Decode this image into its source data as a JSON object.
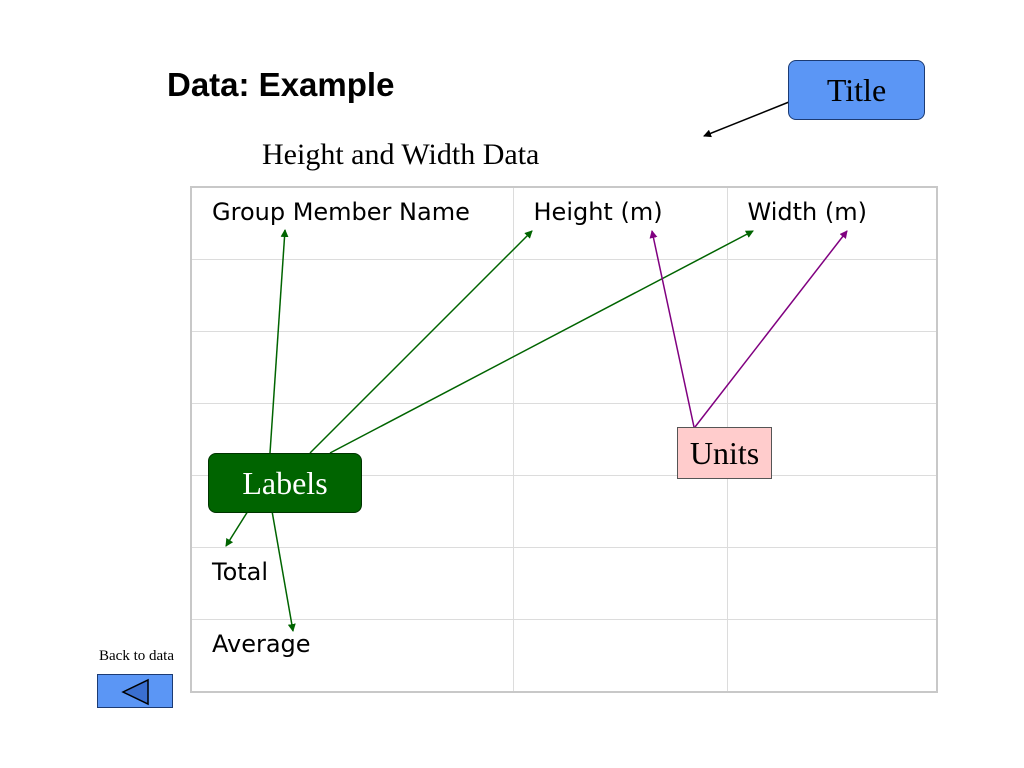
{
  "slide": {
    "title": "Data: Example",
    "table_caption": "Height and Width Data"
  },
  "table": {
    "headers": [
      "Group Member Name",
      "Height (m)",
      "Width (m)"
    ],
    "row_labels": [
      "",
      "",
      "",
      "",
      "Total",
      "Average"
    ]
  },
  "callouts": {
    "title": "Title",
    "labels": "Labels",
    "units": "Units"
  },
  "navigation": {
    "back_label": "Back to data",
    "back_icon": "triangle-left-icon"
  },
  "colors": {
    "title_callout": "#5b96f5",
    "labels_callout": "#006400",
    "units_callout": "#ffcccc",
    "labels_arrow": "#006400",
    "units_arrow": "#800080"
  }
}
